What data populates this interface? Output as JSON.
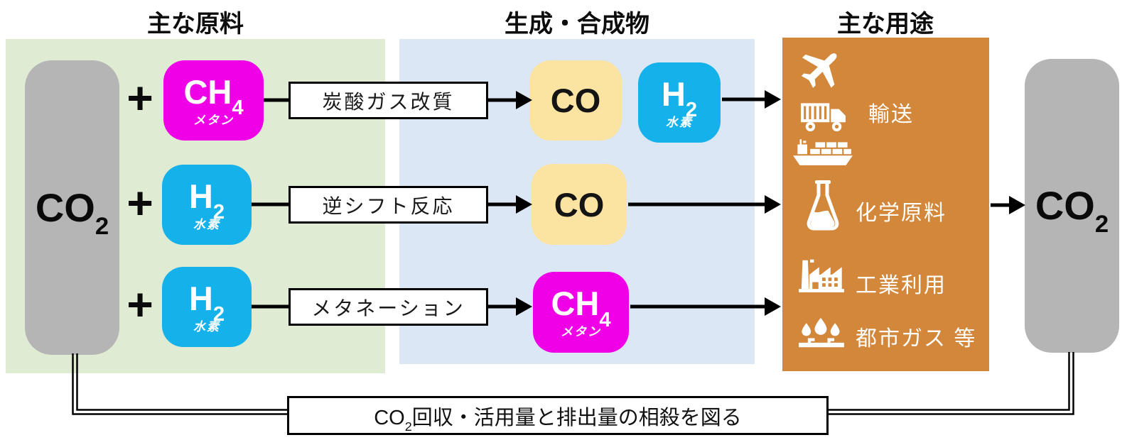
{
  "headers": {
    "materials": "主な原料",
    "products": "生成・合成物",
    "uses": "主な用途"
  },
  "plus_sign": "+",
  "co2_left": {
    "formula": "CO",
    "sub": "2"
  },
  "co2_right": {
    "formula": "CO",
    "sub": "2"
  },
  "rows": [
    {
      "reactant": {
        "formula": "CH",
        "sub": "4",
        "name": "メタン"
      },
      "process": "炭酸ガス改質",
      "products": [
        {
          "formula": "CO",
          "sub": "",
          "name": ""
        },
        {
          "formula": "H",
          "sub": "2",
          "name": "水素"
        }
      ]
    },
    {
      "reactant": {
        "formula": "H",
        "sub": "2",
        "name": "水素"
      },
      "process": "逆シフト反応",
      "products": [
        {
          "formula": "CO",
          "sub": "",
          "name": ""
        }
      ]
    },
    {
      "reactant": {
        "formula": "H",
        "sub": "2",
        "name": "水素"
      },
      "process": "メタネーション",
      "products": [
        {
          "formula": "CH",
          "sub": "4",
          "name": "メタン"
        }
      ]
    }
  ],
  "uses": {
    "items": [
      {
        "label": "輸送",
        "icons": [
          "airplane-icon",
          "truck-icon",
          "cargo-ship-icon"
        ]
      },
      {
        "label": "化学原料",
        "icons": [
          "flask-icon"
        ]
      },
      {
        "label": "工業利用",
        "icons": [
          "factory-icon"
        ]
      },
      {
        "label": "都市ガス 等",
        "icons": [
          "gas-burner-icon"
        ]
      }
    ]
  },
  "bottom_note": {
    "prefix": "CO",
    "sub": "2",
    "text": "回収・活用量と排出量の相殺を図る"
  },
  "colors": {
    "panel_green": "#dfecd3",
    "panel_blue": "#dbe7f4",
    "panel_orange": "#d2873a",
    "methane_magenta": "#ef00e7",
    "hydrogen_blue": "#14b1ea",
    "co_yellow": "#fbe3a1",
    "co2_gray": "#b5b5b5"
  }
}
